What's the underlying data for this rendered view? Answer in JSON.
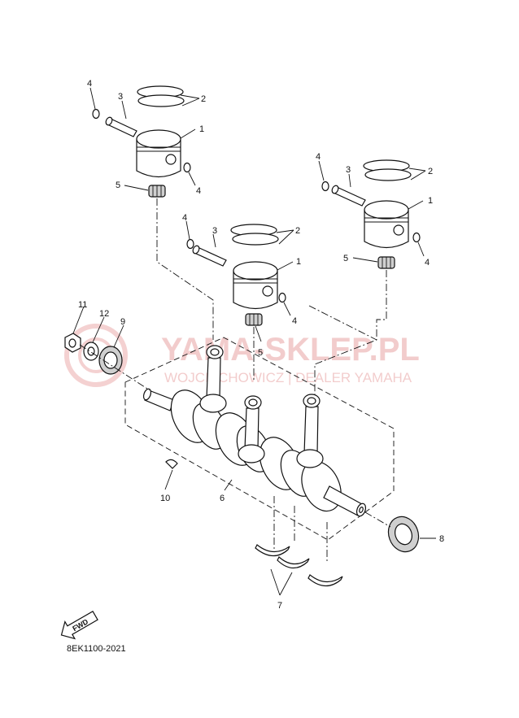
{
  "watermark": {
    "title": "YAMA-SKLEP.PL",
    "subtitle": "WOJCIECHOWICZ | DEALER YAMAHA"
  },
  "fwd_label": "FWD",
  "diagram_code": "8EK1100-2021",
  "callouts": {
    "c1": "1",
    "c2": "2",
    "c3": "3",
    "c4": "4",
    "c5": "5",
    "c6": "6",
    "c7": "7",
    "c8": "8",
    "c9": "9",
    "c10": "10",
    "c11": "11",
    "c12": "12"
  },
  "colors": {
    "ink": "#111111",
    "watermark": "#e9a4a4",
    "background": "#ffffff"
  }
}
